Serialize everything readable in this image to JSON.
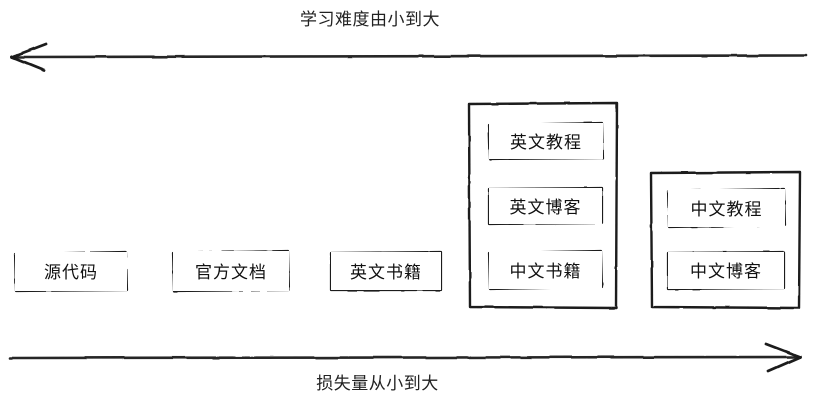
{
  "diagram": {
    "title_top": "学习难度由小到大",
    "title_bottom": "损失量从小到大",
    "style": {
      "stroke": "#1a1a1a",
      "background": "#ffffff"
    },
    "axes": [
      {
        "name": "difficulty-axis",
        "label": "学习难度由小到大",
        "direction": "left",
        "position": "top"
      },
      {
        "name": "loss-axis",
        "label": "损失量从小到大",
        "direction": "right",
        "position": "bottom"
      }
    ],
    "nodes": [
      {
        "id": "source-code",
        "label": "源代码",
        "group": null
      },
      {
        "id": "official-docs",
        "label": "官方文档",
        "group": null
      },
      {
        "id": "english-books",
        "label": "英文书籍",
        "group": null
      },
      {
        "id": "english-tutorial",
        "label": "英文教程",
        "group": "english-cluster"
      },
      {
        "id": "english-blog",
        "label": "英文博客",
        "group": "english-cluster"
      },
      {
        "id": "chinese-books",
        "label": "中文书籍",
        "group": "english-cluster"
      },
      {
        "id": "chinese-tutorial",
        "label": "中文教程",
        "group": "chinese-cluster"
      },
      {
        "id": "chinese-blog",
        "label": "中文博客",
        "group": "chinese-cluster"
      }
    ],
    "groups": [
      {
        "id": "english-cluster",
        "members": [
          "英文教程",
          "英文博客",
          "中文书籍"
        ]
      },
      {
        "id": "chinese-cluster",
        "members": [
          "中文教程",
          "中文博客"
        ]
      }
    ]
  }
}
